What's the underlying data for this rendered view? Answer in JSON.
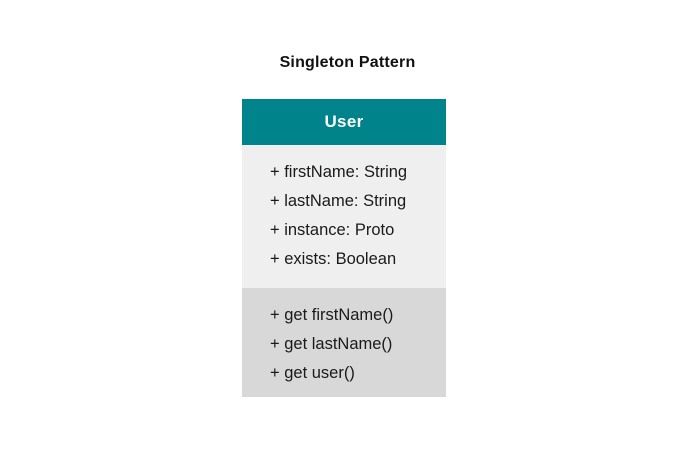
{
  "diagram": {
    "title": "Singleton Pattern",
    "class": {
      "name": "User",
      "attributes": [
        "+ firstName: String",
        "+ lastName: String",
        "+ instance: Proto",
        "+ exists: Boolean"
      ],
      "methods": [
        "+ get firstName()",
        "+ get lastName()",
        "+ get user()"
      ]
    }
  },
  "colors": {
    "header": "#00838b",
    "attributes_bg": "#efefef",
    "methods_bg": "#d8d8d8"
  }
}
